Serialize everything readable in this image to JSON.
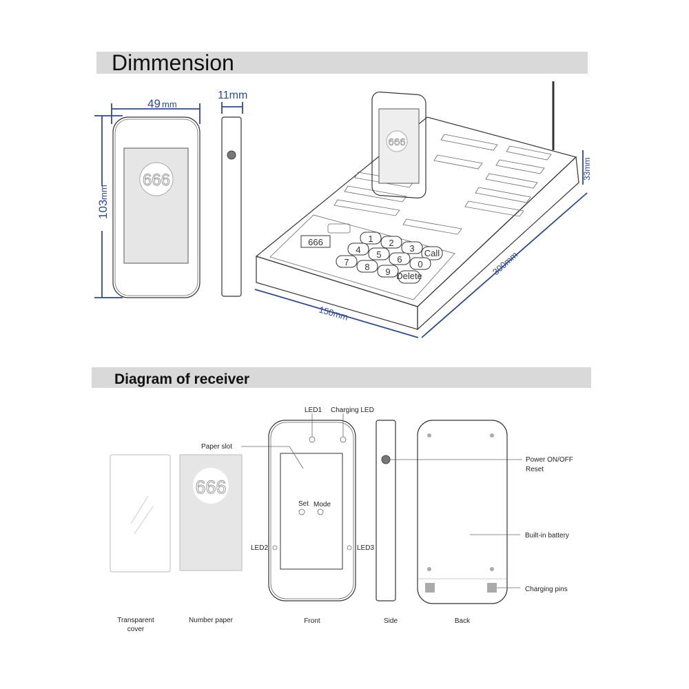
{
  "sections": {
    "dimension_title": "Dimmension",
    "receiver_title": "Diagram of receiver"
  },
  "dimensions": {
    "width_value": "49",
    "width_unit": "mm",
    "thickness": "11mm",
    "height_value": "103",
    "height_unit": "mm",
    "base_width": "150mm",
    "base_depth": "300mm",
    "base_height": "33mm"
  },
  "display_number": "666",
  "keypad": {
    "keys": [
      "1",
      "2",
      "3",
      "Call",
      "4",
      "5",
      "6",
      "0",
      "7",
      "8",
      "9",
      "Delete"
    ],
    "screen_number": "666"
  },
  "receiver": {
    "labels": {
      "led1": "LED1",
      "charging_led": "Charging LED",
      "paper_slot": "Paper slot",
      "set": "Set",
      "mode": "Mode",
      "led2": "LED2",
      "led3": "LED3",
      "power_line1": "Power ON/OFF",
      "power_line2": "Reset",
      "battery": "Built-in battery",
      "charging_pins": "Charging pins"
    },
    "captions": {
      "cover_line1": "Transparent",
      "cover_line2": "cover",
      "number_paper": "Number paper",
      "front": "Front",
      "side": "Side",
      "back": "Back"
    }
  },
  "colors": {
    "dimension": "#2f4a86",
    "header_bar": "#d9d9d9"
  }
}
